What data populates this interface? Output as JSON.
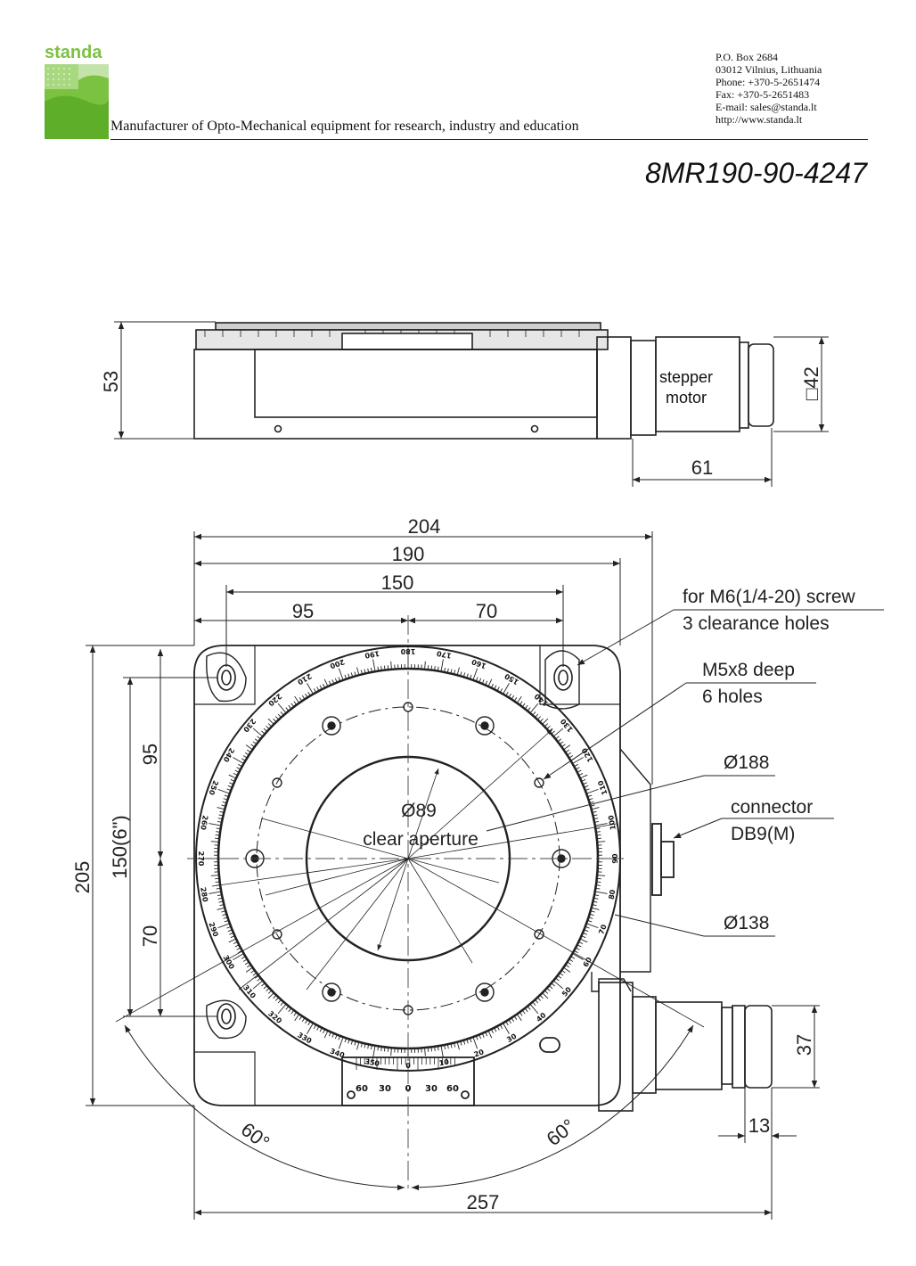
{
  "header": {
    "brand": "standa",
    "tagline": "Manufacturer of Opto-Mechanical equipment for research, industry and education",
    "contact": [
      "P.O. Box 2684",
      "03012 Vilnius, Lithuania",
      "Phone: +370-5-2651474",
      "Fax: +370-5-2651483",
      "E-mail: sales@standa.lt",
      "http://www.standa.lt"
    ],
    "colors": {
      "brand": "#7cc242"
    }
  },
  "model": "8MR190-90-4247",
  "side_view": {
    "motor_label_1": "stepper",
    "motor_label_2": "motor",
    "dim_height": "53",
    "dim_motor_square": "□42",
    "dim_motor_length": "61"
  },
  "top_view": {
    "dim_204": "204",
    "dim_190": "190",
    "dim_150": "150",
    "dim_95": "95",
    "dim_70": "70",
    "dim_205": "205",
    "dim_150_6": "150(6\")",
    "dim_v95": "95",
    "dim_v70": "70",
    "dim_257": "257",
    "dim_37": "37",
    "dim_13": "13",
    "angle_left": "60°",
    "angle_right": "60°",
    "clear_dia": "Ø89",
    "clear_label": "clear aperture",
    "callout_screw_1": "for M6(1/4-20) screw",
    "callout_screw_2": "3 clearance holes",
    "callout_m5_1": "M5x8 deep",
    "callout_m5_2": "6 holes",
    "callout_188": "Ø188",
    "callout_conn_1": "connector",
    "callout_conn_2": "DB9(M)",
    "callout_138": "Ø138",
    "vernier_labels": [
      "60",
      "30",
      "0",
      "30",
      "60"
    ],
    "scale_labels": [
      "0",
      "10",
      "20",
      "30",
      "40",
      "50",
      "60",
      "70",
      "80",
      "90",
      "100",
      "110",
      "120",
      "130",
      "140",
      "150",
      "160",
      "170",
      "180",
      "190",
      "200",
      "210",
      "220",
      "230",
      "240",
      "250",
      "260",
      "270",
      "280",
      "290",
      "300",
      "310",
      "320",
      "330",
      "340",
      "350"
    ]
  }
}
